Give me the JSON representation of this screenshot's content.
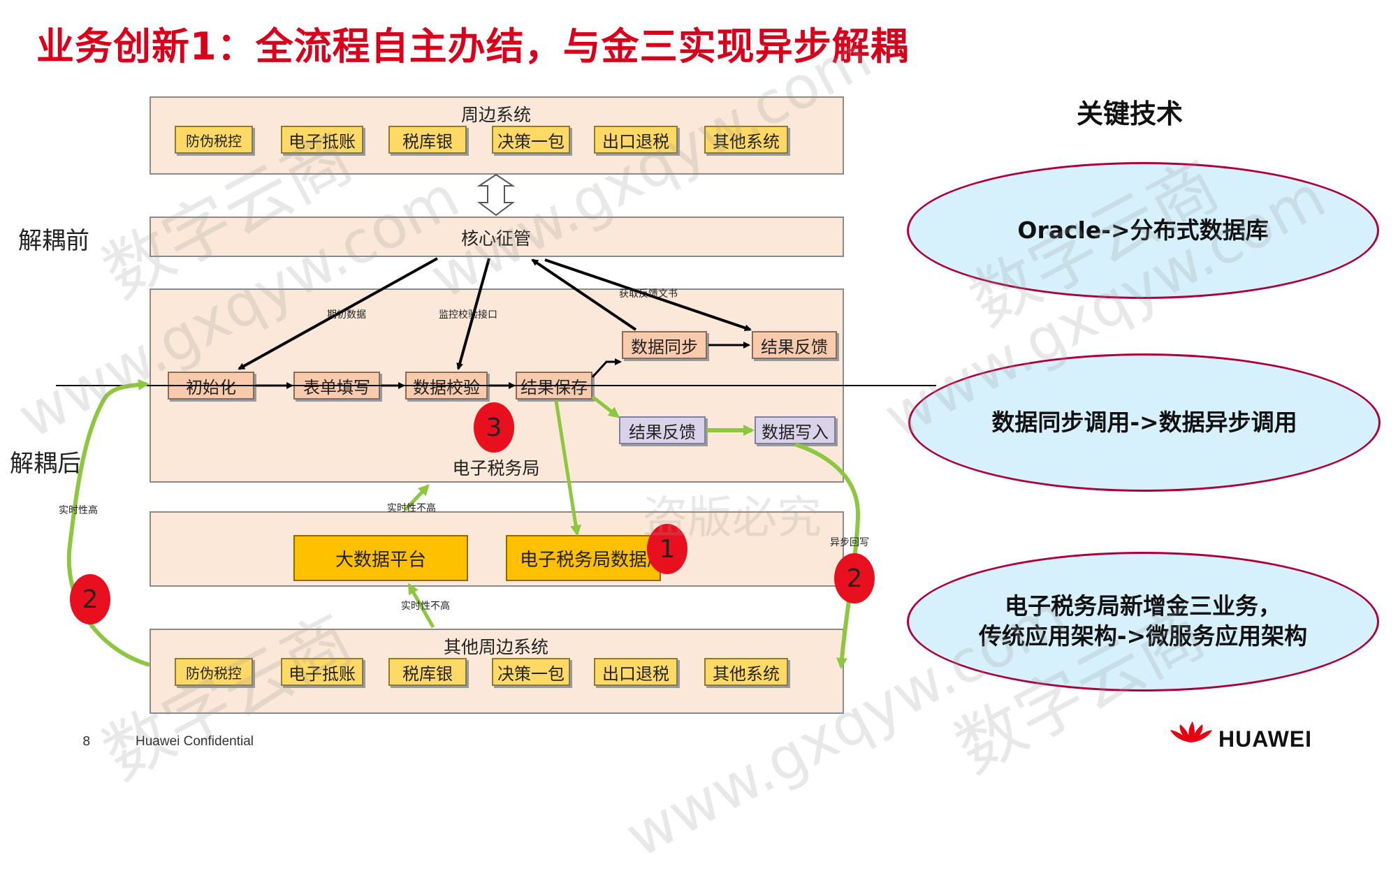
{
  "title": "业务创新1：全流程自主办结，与金三实现异步解耦",
  "left_labels": {
    "before": "解耦前",
    "after": "解耦后"
  },
  "panels": {
    "peripheral": "周边系统",
    "core": "核心征管",
    "etax": "电子税务局",
    "other_peripheral": "其他周边系统"
  },
  "peripheral_boxes": [
    "防伪税控",
    "电子抵账",
    "税库银",
    "决策一包",
    "出口退税",
    "其他系统"
  ],
  "etax_boxes": {
    "init": "初始化",
    "form": "表单填写",
    "validate": "数据校验",
    "save": "结果保存",
    "sync": "数据同步",
    "feedback_top": "结果反馈",
    "feedback_bottom": "结果反馈",
    "write": "数据写入"
  },
  "data_boxes": {
    "bigdata": "大数据平台",
    "etax_db": "电子税务局数据库"
  },
  "flow_labels": {
    "init_data": "期初数据",
    "monitor": "监控校验接口",
    "fetch_feedback": "获取反馈文书",
    "realtime_high": "实时性高",
    "realtime_low_1": "实时性不高",
    "realtime_low_2": "实时性不高",
    "async_write": "异步回写"
  },
  "badges": [
    "1",
    "2",
    "2",
    "3"
  ],
  "key_tech": {
    "heading": "关键技术",
    "items": [
      {
        "lines": [
          "Oracle->分布式数据库"
        ]
      },
      {
        "lines": [
          "数据同步调用->数据异步调用"
        ]
      },
      {
        "lines": [
          "电子税务局新增金三业务，",
          "传统应用架构->微服务应用架构"
        ]
      }
    ]
  },
  "watermarks": [
    "数字云商",
    "www.gxqyw.com",
    "盗版必究"
  ],
  "footer": {
    "page": "8",
    "confidential": "Huawei Confidential",
    "brand": "HUAWEI"
  },
  "colors": {
    "title": "#d9001b",
    "green_arrow": "#8dc63f",
    "badge": "#e8101e",
    "ellipse_fill": "#d6f1fb",
    "ellipse_border": "#b0003a"
  }
}
